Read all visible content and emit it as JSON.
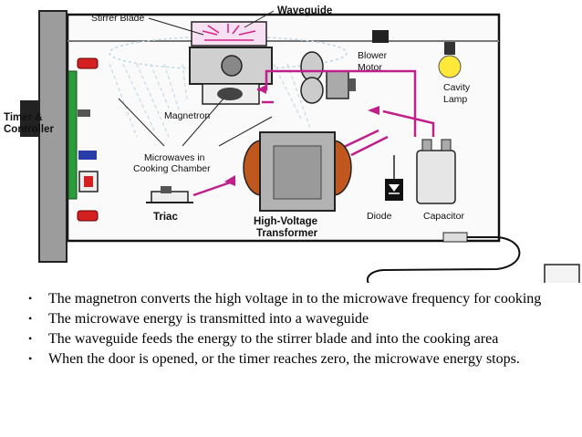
{
  "labels": {
    "stirrer_blade": "Stirrer Blade",
    "waveguide": "Waveguide",
    "blower_motor": [
      "Blower",
      "Motor"
    ],
    "cavity_lamp": [
      "Cavity",
      "Lamp"
    ],
    "timer_controller": [
      "Timer &",
      "Controller"
    ],
    "magnetron": "Magnetron",
    "microwaves": [
      "Microwaves in",
      "Cooking Chamber"
    ],
    "triac": "Triac",
    "hv_transformer": [
      "High-Voltage",
      "Transformer"
    ],
    "diode": "Diode",
    "capacitor": "Capacitor"
  },
  "bullets": [
    "The magnetron converts the high voltage in to the microwave frequency for cooking",
    "The microwave energy is transmitted into a waveguide",
    "The waveguide feeds the energy to the stirrer blade and into the cooking area",
    "When the door is opened, or the timer reaches zero, the microwave energy stops."
  ],
  "bullet_symbol": "•",
  "colors": {
    "magenta": "#c0208a",
    "transformer_core": "#b2b2b2",
    "coil": "#c0571e",
    "lamp": "#ffe83a"
  }
}
